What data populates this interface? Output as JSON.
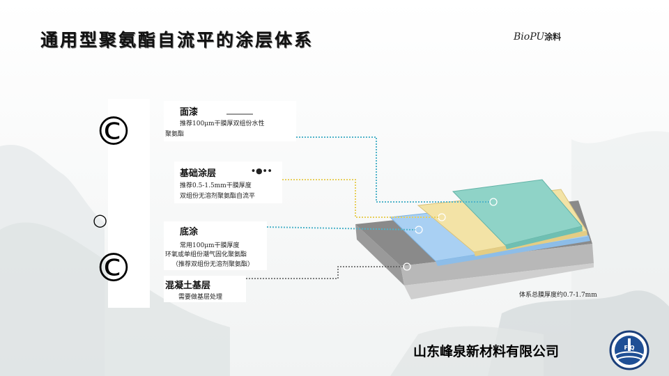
{
  "title": "通用型聚氨酯自流平的涂层体系",
  "brand": {
    "italic": "BioPU",
    "suffix": "涂料"
  },
  "marks": {
    "copyright_top": "©",
    "circle_mid": "○",
    "copyright_bottom": "©"
  },
  "layers": [
    {
      "heading": "面漆",
      "lines": [
        "推荐100μm干膜厚双组份水性",
        "聚氨酯"
      ],
      "color": "#8fd3c7"
    },
    {
      "heading": "基础涂层",
      "extra": "•●••",
      "lines": [
        "推荐0.5-1.5mm干膜厚度",
        "双组份无溶剂聚氨酯自流平"
      ],
      "color": "#f3e3a6"
    },
    {
      "heading": "底涂",
      "lines": [
        "常用100μm干膜厚度",
        "环氧或单组份潮气固化聚氨酯",
        "（推荐双组份无溶剂聚氨酯）"
      ],
      "color": "#a9d0f3"
    },
    {
      "heading": "混凝土基层",
      "lines": [
        "需要做基层处理"
      ],
      "color": "#8a8a8a"
    }
  ],
  "total_thickness": "体系总膜厚度约0.7-1.7mm",
  "company": "山东峰泉新材料有限公司",
  "logo_text": "F  Q"
}
